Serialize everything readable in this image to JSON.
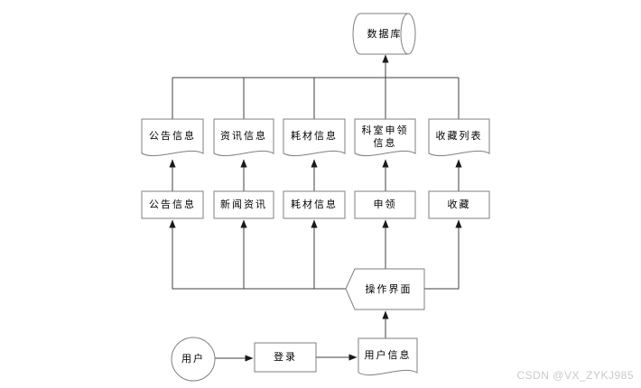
{
  "colors": {
    "background": "#ffffff",
    "shape_fill": "#ffffff",
    "shape_border": "#7f7f7f",
    "connector": "#3f3f3f",
    "arrow": "#1a1a1a",
    "text": "#000000",
    "watermark_text": "#c9c9c9"
  },
  "watermark": "CSDN @VX_ZYKJ985",
  "diagram": {
    "database": {
      "label": "数据库",
      "shape": "horizontal-cylinder"
    },
    "documents": [
      {
        "label": "公告信息",
        "shape": "document"
      },
      {
        "label": "资讯信息",
        "shape": "document"
      },
      {
        "label": "耗材信息",
        "shape": "document"
      },
      {
        "label": "科室申领信息",
        "shape": "document"
      },
      {
        "label": "收藏列表",
        "shape": "document"
      }
    ],
    "processes": [
      {
        "label": "公告信息",
        "shape": "rectangle"
      },
      {
        "label": "新闻资讯",
        "shape": "rectangle"
      },
      {
        "label": "耗材信息",
        "shape": "rectangle"
      },
      {
        "label": "申领",
        "shape": "rectangle"
      },
      {
        "label": "收藏",
        "shape": "rectangle"
      }
    ],
    "interface": {
      "label": "操作界面",
      "shape": "display-pentagon"
    },
    "user": {
      "label": "用户",
      "shape": "circle"
    },
    "login": {
      "label": "登录",
      "shape": "rectangle"
    },
    "user_info": {
      "label": "用户信息",
      "shape": "document"
    }
  }
}
